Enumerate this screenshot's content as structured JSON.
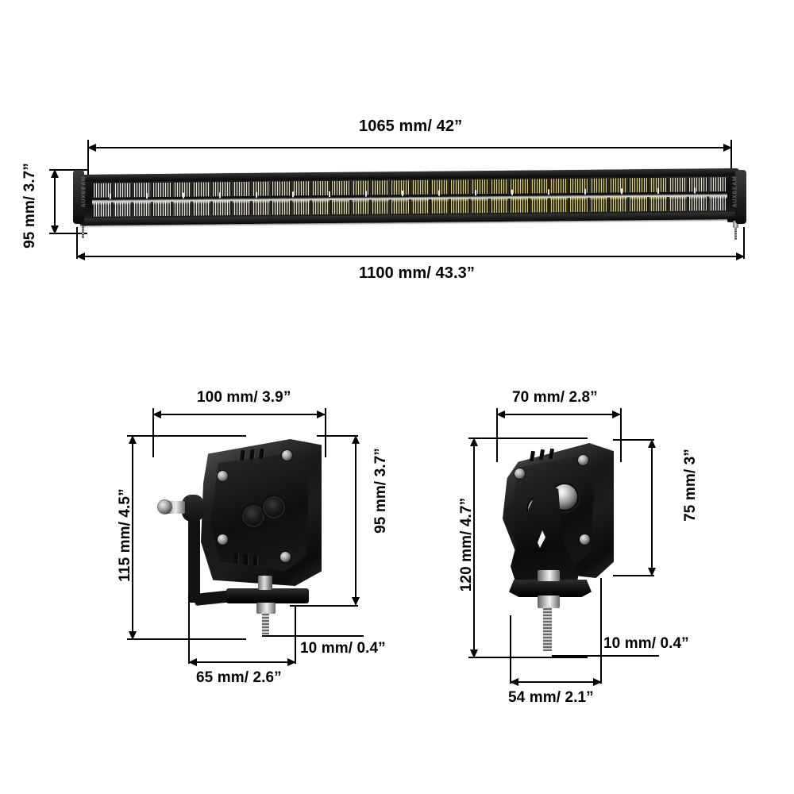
{
  "product": {
    "brand": "AUXBEAM",
    "type": "dual-row-led-light-bar"
  },
  "figures": [
    {
      "id": "light-bar-front",
      "name": "led-light-bar-front-view",
      "dimensions": {
        "overall_length": "1100 mm/ 43.3”",
        "housing_length": "1065 mm/ 42”",
        "height": "95 mm/ 3.7”"
      }
    },
    {
      "id": "bracket-front",
      "name": "mounting-bracket-front-view",
      "dimensions": {
        "width": "100 mm/ 3.9”",
        "total_height": "115 mm/ 4.5”",
        "housing_height": "95 mm/ 3.7”",
        "stud_diameter": "10 mm/ 0.4”",
        "base_width": "65 mm/ 2.6”"
      }
    },
    {
      "id": "bracket-side",
      "name": "mounting-bracket-side-view",
      "dimensions": {
        "width": "70 mm/ 2.8”",
        "total_height": "120 mm/ 4.7”",
        "housing_height": "75 mm/ 3”",
        "stud_diameter": "10 mm/ 0.4”",
        "base_width": "54 mm/ 2.1”"
      }
    }
  ],
  "colors": {
    "background": "#ffffff",
    "line": "#000000",
    "text": "#000000",
    "housing": "#141414",
    "led_amber": "#e3cb4a"
  }
}
